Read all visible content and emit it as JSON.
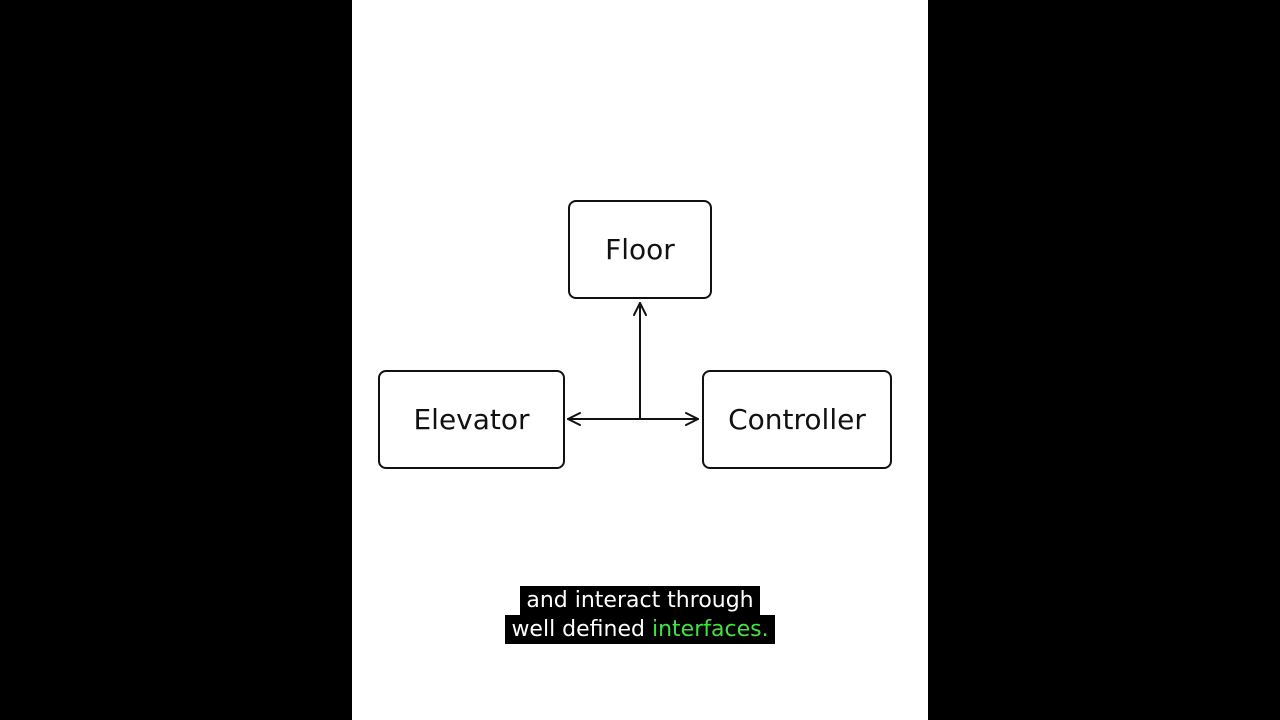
{
  "diagram": {
    "nodes": {
      "floor": "Floor",
      "elevator": "Elevator",
      "controller": "Controller"
    }
  },
  "caption": {
    "line1": "and interact through",
    "line2_prefix": "well defined ",
    "line2_highlight": "interfaces."
  },
  "colors": {
    "background": "#000000",
    "panel": "#ffffff",
    "stroke": "#111111",
    "highlight": "#3ee53e"
  }
}
